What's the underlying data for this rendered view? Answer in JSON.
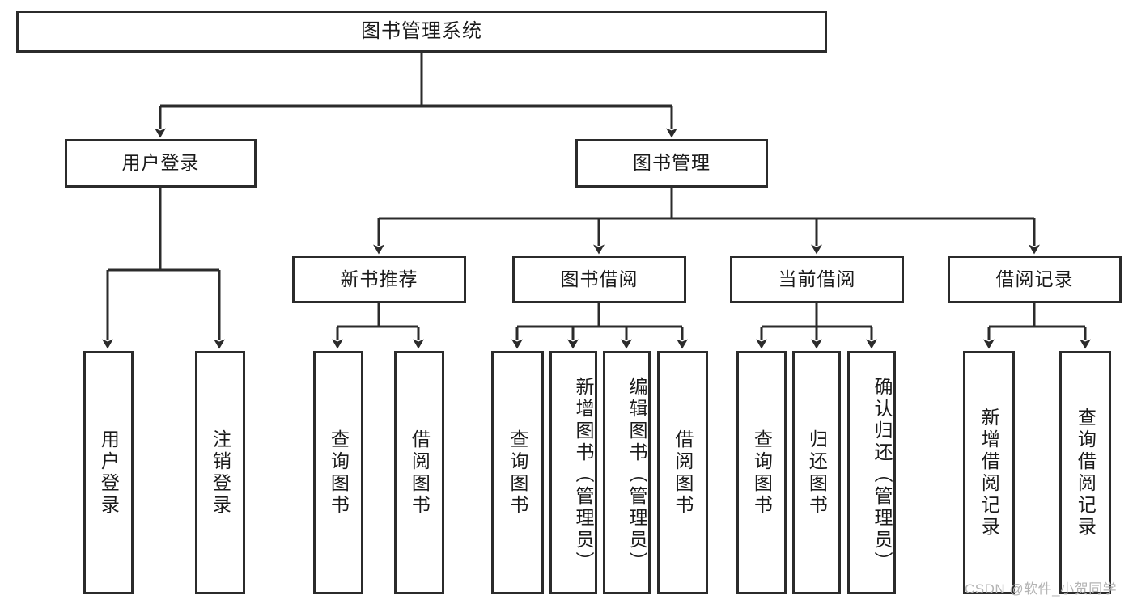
{
  "diagram": {
    "type": "tree-hierarchy-diagram",
    "title": "图书管理系统",
    "background_color": "#ffffff",
    "stroke_color": "#2b2b2b",
    "text_color": "#1a1a1a",
    "root": {
      "label": "图书管理系统"
    },
    "level2": [
      {
        "id": "user-login",
        "label": "用户登录"
      },
      {
        "id": "book-manage",
        "label": "图书管理"
      }
    ],
    "level3": [
      {
        "id": "new-book-recommend",
        "label": "新书推荐",
        "parent": "book-manage"
      },
      {
        "id": "book-borrow",
        "label": "图书借阅",
        "parent": "book-manage"
      },
      {
        "id": "current-borrow",
        "label": "当前借阅",
        "parent": "book-manage"
      },
      {
        "id": "borrow-record",
        "label": "借阅记录",
        "parent": "book-manage"
      }
    ],
    "leaves": {
      "user_login": [
        {
          "id": "leaf-user-login",
          "label": "用户登录"
        },
        {
          "id": "leaf-user-logout",
          "label": "注销登录"
        }
      ],
      "new_book_recommend": [
        {
          "id": "leaf-query-book-1",
          "label": "查询图书"
        },
        {
          "id": "leaf-borrow-book-1",
          "label": "借阅图书"
        }
      ],
      "book_borrow": [
        {
          "id": "leaf-query-book-2",
          "label": "查询图书"
        },
        {
          "id": "leaf-add-book",
          "label": "新增图书（管理员）"
        },
        {
          "id": "leaf-edit-book",
          "label": "编辑图书（管理员）"
        },
        {
          "id": "leaf-borrow-book-2",
          "label": "借阅图书"
        }
      ],
      "current_borrow": [
        {
          "id": "leaf-query-book-3",
          "label": "查询图书"
        },
        {
          "id": "leaf-return-book",
          "label": "归还图书"
        },
        {
          "id": "leaf-confirm-return",
          "label": "确认归还（管理员）"
        }
      ],
      "borrow_record": [
        {
          "id": "leaf-add-record",
          "label": "新增借阅记录"
        },
        {
          "id": "leaf-query-record",
          "label": "查询借阅记录"
        }
      ]
    }
  },
  "watermark": {
    "text": "CSDN @软件_小贺同学",
    "color": "#b4b4b4"
  }
}
